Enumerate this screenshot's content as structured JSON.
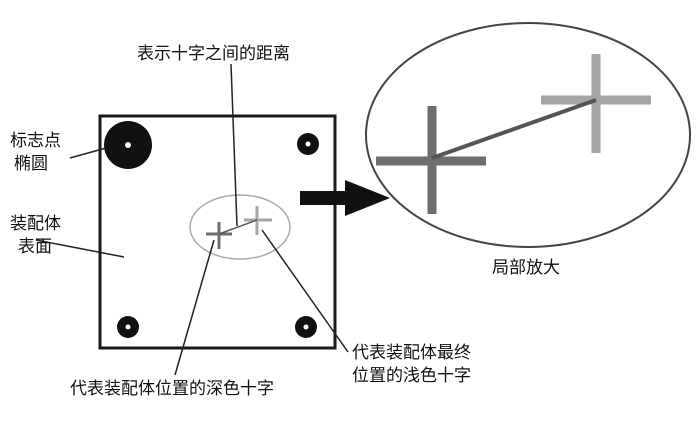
{
  "labels": {
    "cross_distance": "表示十字之间的距离",
    "marker_line1": "标志点",
    "marker_line2": "椭圆",
    "surface_line1": "装配体",
    "surface_line2": "表面",
    "magnified": "局部放大",
    "light_cross_line1": "代表装配体最终",
    "light_cross_line2": "位置的浅色十字",
    "dark_cross": "代表装配体位置的深色十字"
  },
  "colors": {
    "outline": "#1a1a1a",
    "dark_cross": "#6e6e6e",
    "light_cross": "#a6a6a6",
    "ellipse_stroke": "#aaaaaa",
    "leader": "#222222"
  }
}
